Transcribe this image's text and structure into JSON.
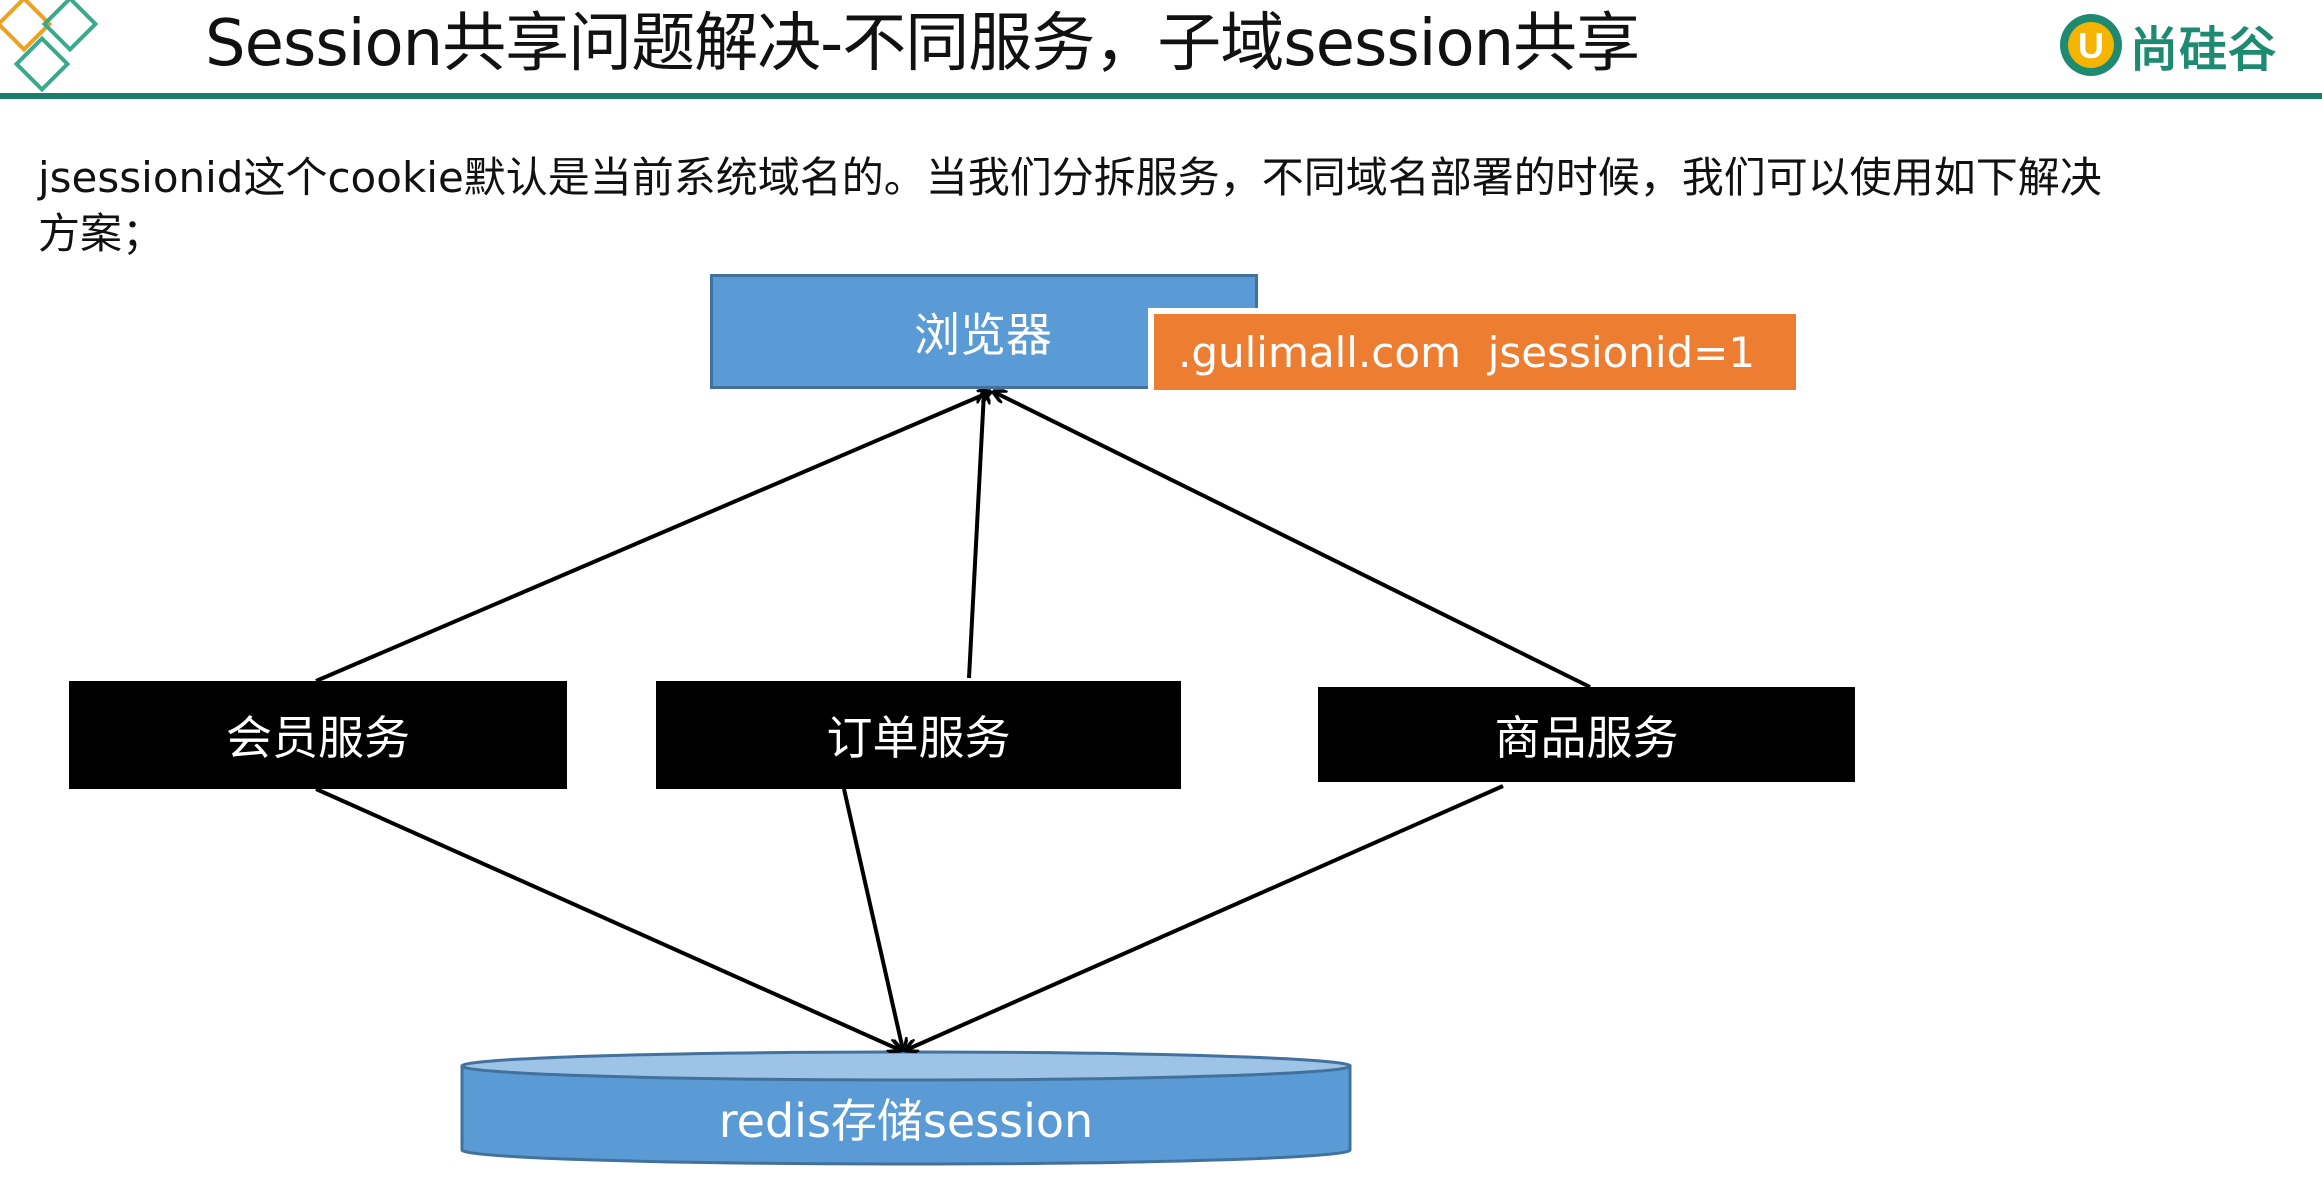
{
  "header": {
    "title": "Session共享问题解决-不同服务，子域session共享",
    "brand": "尚硅谷",
    "brand_mark": "U",
    "accent_color": "#1a7e6c"
  },
  "description": "jsessionid这个cookie默认是当前系统域名的。当我们分拆服务，不同域名部署的时候，我们可以使用如下解决方案；",
  "diagram": {
    "browser": "浏览器",
    "cookie": ".gulimall.com  jsessionid=1",
    "services": {
      "member": "会员服务",
      "order": "订单服务",
      "product": "商品服务"
    },
    "storage": "redis存储session",
    "colors": {
      "browser": "#5b9bd5",
      "cookie": "#ed7d31",
      "service": "#000000",
      "storage": "#5b9bd5"
    }
  }
}
